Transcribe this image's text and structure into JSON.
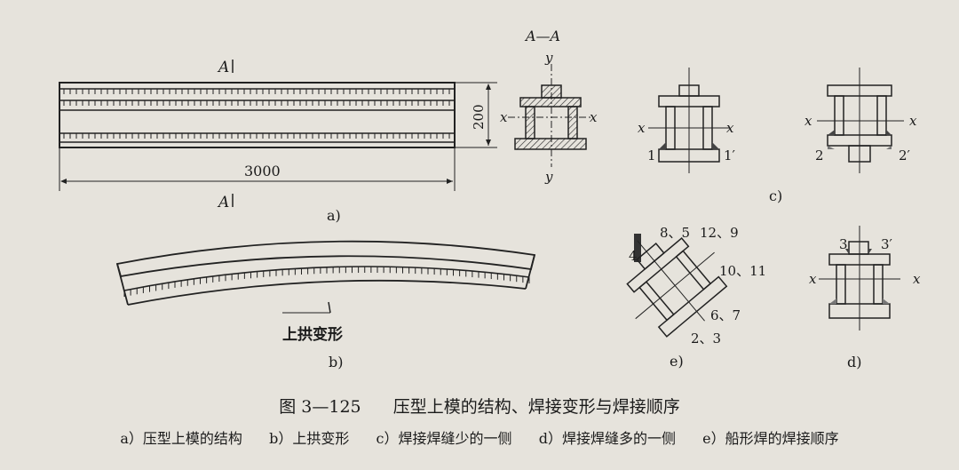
{
  "figure": {
    "number": "图 3—125",
    "title": "压型上模的结构、焊接变形与焊接顺序",
    "subcaptions": [
      "a）压型上模的结构",
      "b）上拱变形",
      "c）焊接焊缝少的一侧",
      "d）焊接焊缝多的一侧",
      "e）船形焊的焊接顺序"
    ]
  },
  "panel_a": {
    "section_mark": "A",
    "section_title": "A—A",
    "dim_length": "3000",
    "dim_height": "200",
    "axis_x": "x",
    "axis_y": "y",
    "label": "a)"
  },
  "panel_b": {
    "annotation": "上拱变形",
    "label": "b)"
  },
  "panel_c": {
    "axis_x": "x",
    "weld_left": "1",
    "weld_right": "1′",
    "weld_left_2": "2",
    "weld_right_2": "2′",
    "label": "c)"
  },
  "panel_d": {
    "axis_x": "x",
    "weld_left": "3",
    "weld_right": "3′",
    "label": "d)"
  },
  "panel_e": {
    "welds": [
      "8、5",
      "12、9",
      "4",
      "10、11",
      "6、7",
      "2、3"
    ],
    "label": "e)"
  }
}
